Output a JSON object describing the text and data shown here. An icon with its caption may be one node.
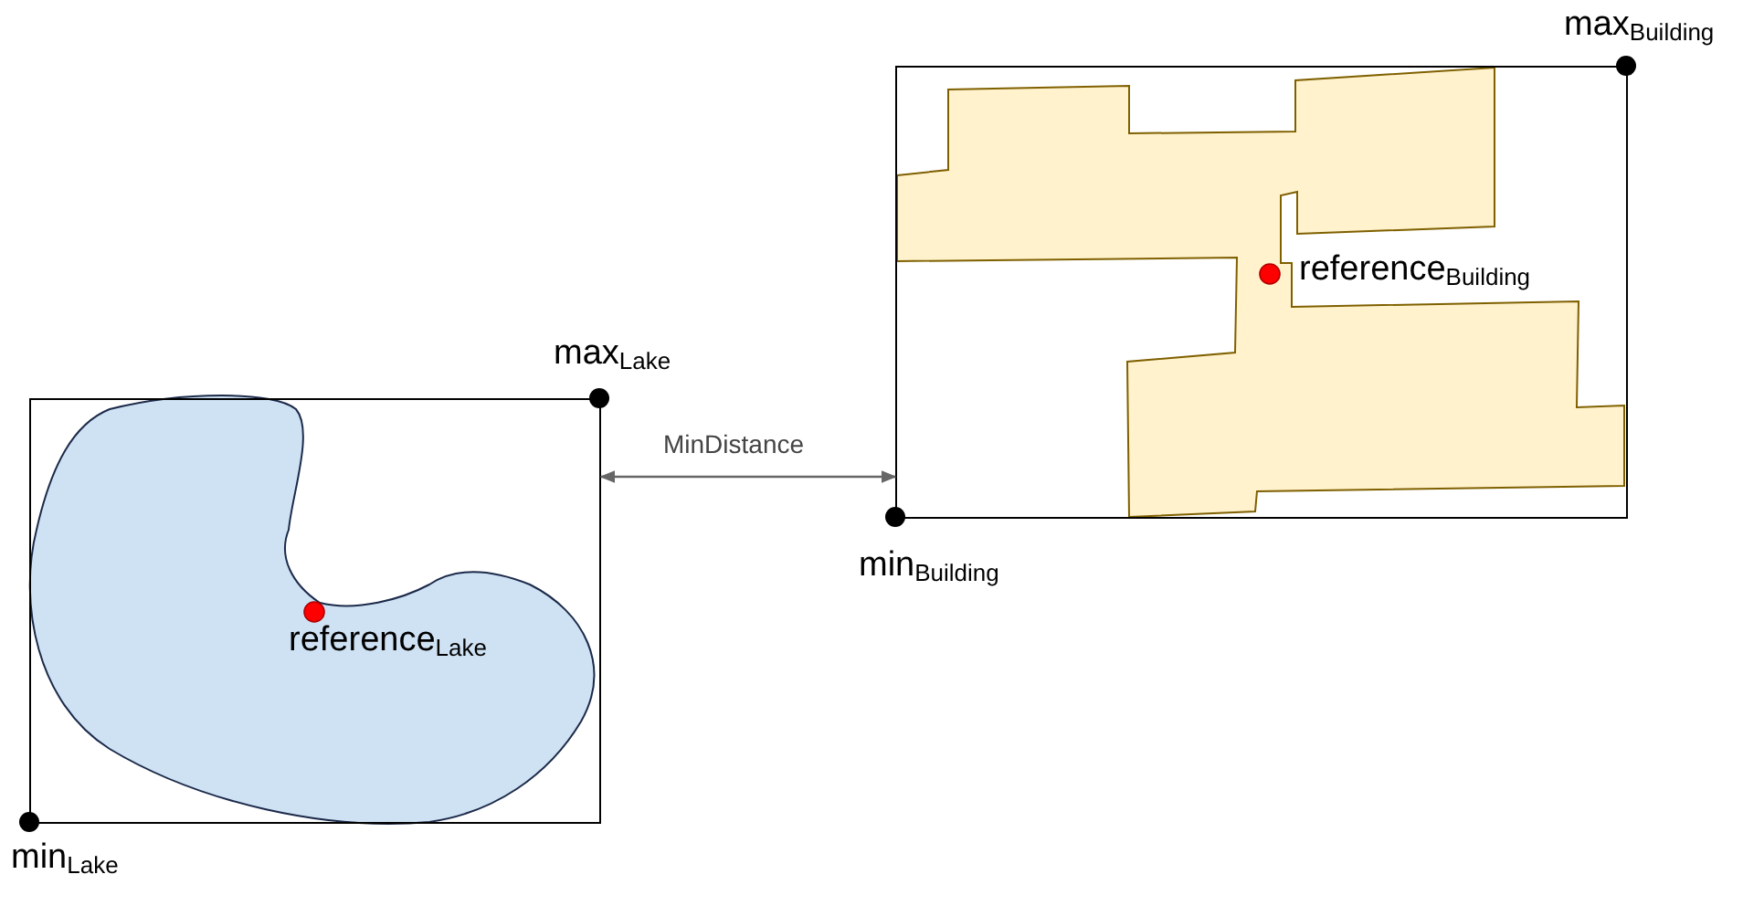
{
  "diagram": {
    "nodes": [
      {
        "text": [],
        "shape": "box"
      },
      {
        "text": [],
        "shape": "box"
      }
    ],
    "edges": [
      {
        "from": 0,
        "to": 1,
        "arrow": "both",
        "label": "MinDistance",
        "color": "#666666"
      }
    ],
    "labels": [
      "max$_{Building}$",
      "reference$_{Building}$",
      "max$_{Lake}$",
      "min$_{Building}$",
      "reference$_{Lake}$",
      "min$_{Lake}$"
    ]
  }
}
